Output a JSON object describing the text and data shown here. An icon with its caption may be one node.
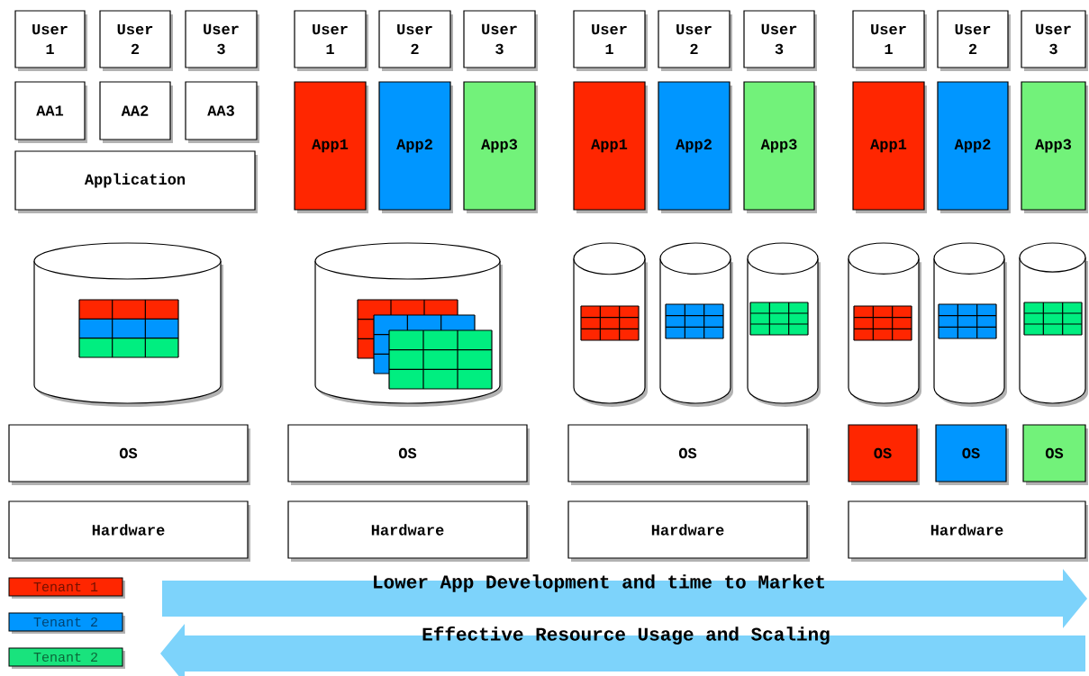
{
  "diagram": {
    "nodes": [
      {
        "text": [
          "User 1"
        ]
      },
      {
        "text": [
          "User 2"
        ]
      },
      {
        "text": [
          "User 3"
        ]
      },
      {
        "text": [
          "AA1"
        ]
      },
      {
        "text": [
          "AA2"
        ]
      },
      {
        "text": [
          "AA3"
        ]
      },
      {
        "text": [
          "Application"
        ]
      },
      {
        "text": [],
        "shape": "cylinder"
      },
      {
        "text": [
          "OS"
        ]
      },
      {
        "text": [
          "Hardware"
        ]
      },
      {
        "text": [
          "User 1"
        ]
      },
      {
        "text": [
          "User 2"
        ]
      },
      {
        "text": [
          "User 3"
        ]
      },
      {
        "text": [
          "App1"
        ]
      },
      {
        "text": [
          "App2"
        ]
      },
      {
        "text": [
          "App3"
        ]
      },
      {
        "text": [],
        "shape": "cylinder"
      },
      {
        "text": [
          "OS"
        ]
      },
      {
        "text": [
          "Hardware"
        ]
      },
      {
        "text": [
          "User 1"
        ]
      },
      {
        "text": [
          "User 2"
        ]
      },
      {
        "text": [
          "User 3"
        ]
      },
      {
        "text": [
          "App1"
        ]
      },
      {
        "text": [
          "App2"
        ]
      },
      {
        "text": [
          "App3"
        ]
      },
      {
        "text": [],
        "shape": "cylinder"
      },
      {
        "text": [],
        "shape": "cylinder"
      },
      {
        "text": [],
        "shape": "cylinder"
      },
      {
        "text": [
          "OS"
        ]
      },
      {
        "text": [
          "Hardware"
        ]
      },
      {
        "text": [
          "User 1"
        ]
      },
      {
        "text": [
          "User 2"
        ]
      },
      {
        "text": [
          "User 3"
        ]
      },
      {
        "text": [
          "App1"
        ]
      },
      {
        "text": [
          "App2"
        ]
      },
      {
        "text": [
          "App3"
        ]
      },
      {
        "text": [],
        "shape": "cylinder"
      },
      {
        "text": [],
        "shape": "cylinder"
      },
      {
        "text": [],
        "shape": "cylinder"
      },
      {
        "text": [
          "OS"
        ]
      },
      {
        "text": [
          "OS"
        ]
      },
      {
        "text": [
          "OS"
        ]
      },
      {
        "text": [
          "Hardware"
        ]
      }
    ],
    "labels": [
      "Lower App Development and time to Market",
      "Effective Resource Usage and Scaling"
    ],
    "legend": [
      {
        "text": "Tenant 1",
        "color": "#ff2600"
      },
      {
        "text": "Tenant 2",
        "color": "#0096ff"
      },
      {
        "text": "Tenant 2",
        "color": "#19e37d"
      }
    ]
  }
}
